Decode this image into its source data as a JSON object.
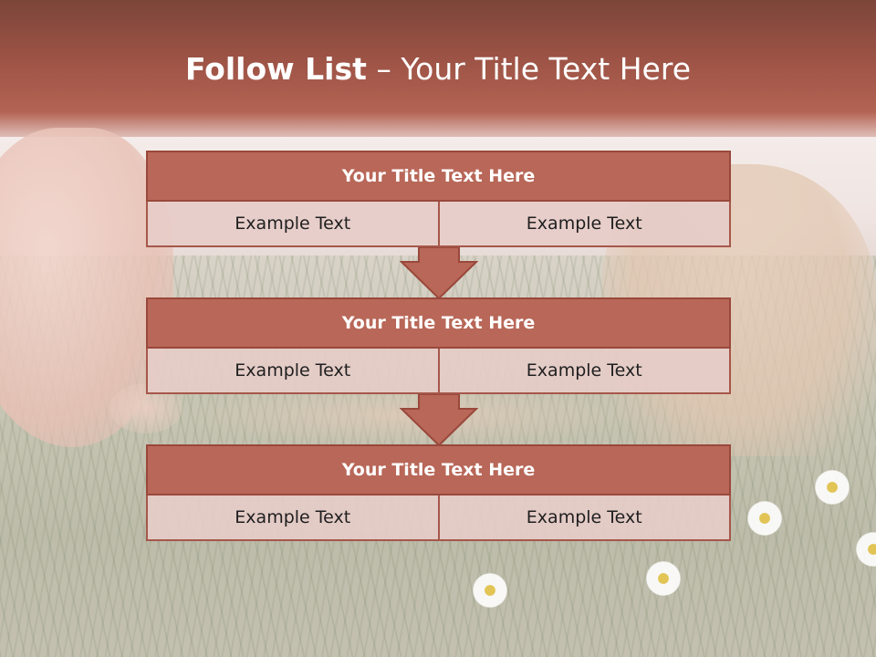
{
  "slide": {
    "title_bold": "Follow List",
    "title_sep": " – ",
    "title_rest": "Your Title Text Here"
  },
  "blocks": [
    {
      "title": "Your Title Text Here",
      "left": "Example Text",
      "right": "Example Text"
    },
    {
      "title": "Your Title Text Here",
      "left": "Example Text",
      "right": "Example Text"
    },
    {
      "title": "Your Title Text Here",
      "left": "Example Text",
      "right": "Example Text"
    }
  ],
  "colors": {
    "header_band": "#9e5446",
    "block_title_fill": "#b86758",
    "block_border": "#99483b",
    "cell_fill": "#e6ccc8",
    "arrow_fill": "#b86758"
  }
}
